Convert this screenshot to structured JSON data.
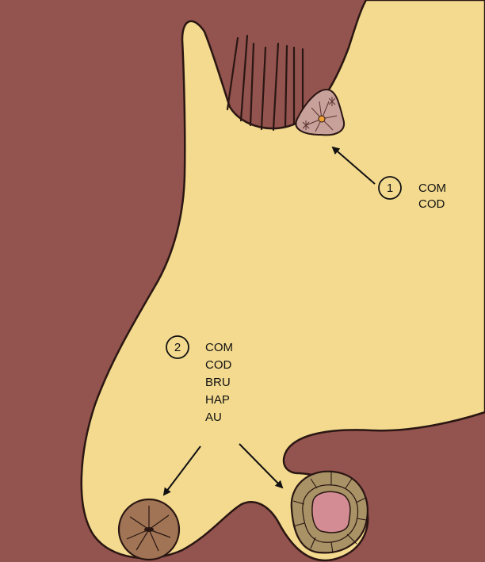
{
  "colors": {
    "background": "#93534E",
    "tissue": "#F3DA8F",
    "outline": "#2A1612",
    "cell_small": "#C9A19B",
    "cell_small_core": "#F0A236",
    "cell_round": "#A07455",
    "cell_large": "#A89266",
    "cell_large_core": "#D48C94"
  },
  "callouts": [
    {
      "number": "1",
      "labels": [
        "COM",
        "COD"
      ]
    },
    {
      "number": "2",
      "labels": [
        "COM",
        "COD",
        "BRU",
        "HAP",
        "AU"
      ]
    }
  ],
  "icons": {
    "arrow": "arrow-icon",
    "cilia": "cilia-icon"
  }
}
